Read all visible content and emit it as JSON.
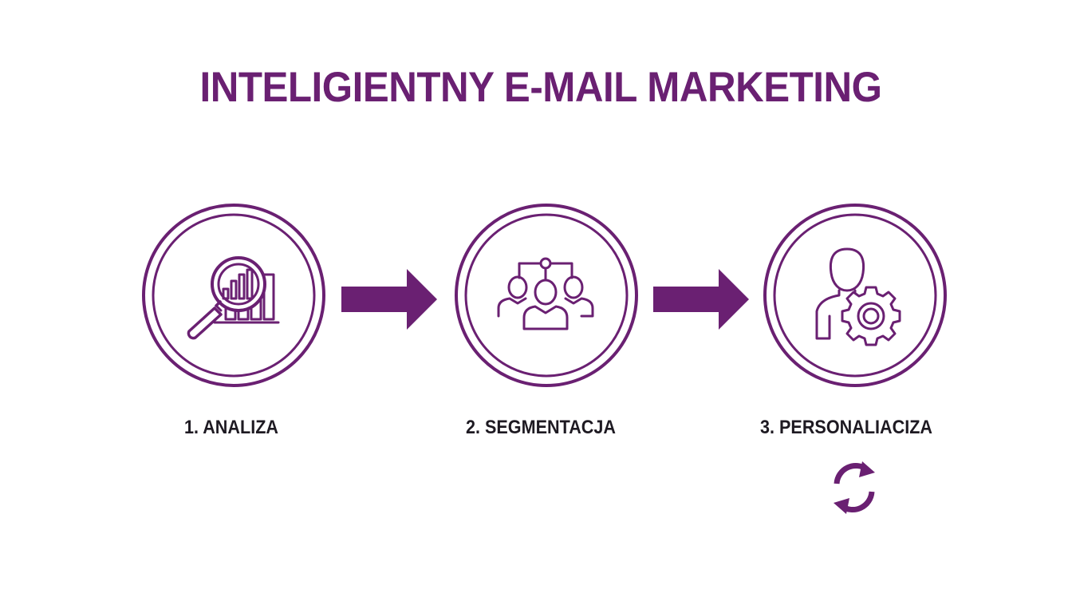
{
  "title": "INTELIGIENTNY E-MAIL MARKETING",
  "accent_color": "#6a2072",
  "text_color": "#1e1a22",
  "steps": [
    {
      "label": "1. ANALIZA",
      "icon": "magnifier-bar-chart-icon"
    },
    {
      "label": "2. SEGMENTACJA",
      "icon": "user-group-network-icon"
    },
    {
      "label": "3. PERSONALIACIZA",
      "icon": "person-gear-icon"
    }
  ],
  "connectors": [
    "arrow-right-icon",
    "arrow-right-icon"
  ],
  "cycle_icon": "refresh-cycle-icon"
}
